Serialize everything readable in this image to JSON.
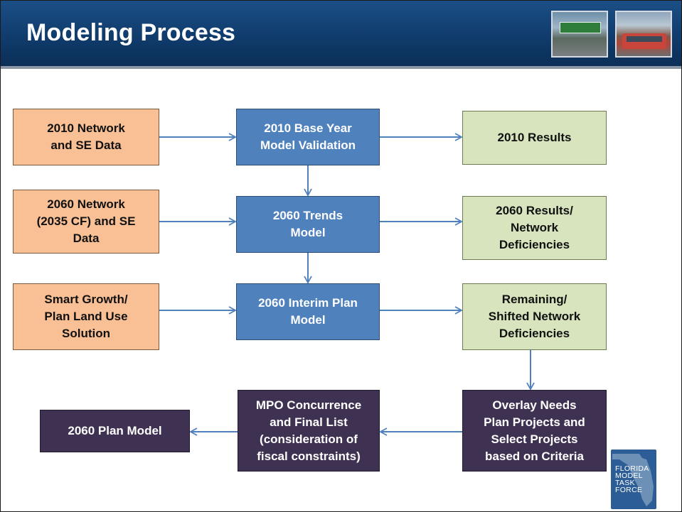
{
  "title": "Modeling Process",
  "header_images": [
    "highway-photo",
    "bus-photo"
  ],
  "colors": {
    "header": "#0f3a6a",
    "input_box": "#fac095",
    "model_box": "#4f81bd",
    "result_box": "#d7e4bd",
    "process_box": "#3f3151",
    "arrow": "#4f81bd"
  },
  "nodes": {
    "net2010": "2010 Network\nand SE Data",
    "net2060": "2060 Network\n(2035 CF) and SE\nData",
    "smart": "Smart Growth/\nPlan Land Use\nSolution",
    "base": "2010 Base Year\nModel Validation",
    "trends": "2060 Trends\nModel",
    "interim": "2060 Interim Plan\nModel",
    "res2010": "2010 Results",
    "res2060": "2060 Results/\nNetwork\nDeficiencies",
    "remaining": "Remaining/\nShifted Network\nDeficiencies",
    "overlay": "Overlay Needs\nPlan Projects and\nSelect Projects\nbased on Criteria",
    "mpo": "MPO Concurrence\nand Final List\n(consideration of\nfiscal constraints)",
    "plan": "2060 Plan Model"
  },
  "edges": [
    [
      "net2010",
      "base"
    ],
    [
      "base",
      "res2010"
    ],
    [
      "base",
      "trends"
    ],
    [
      "net2060",
      "trends"
    ],
    [
      "trends",
      "res2060"
    ],
    [
      "trends",
      "interim"
    ],
    [
      "smart",
      "interim"
    ],
    [
      "interim",
      "remaining"
    ],
    [
      "remaining",
      "overlay"
    ],
    [
      "overlay",
      "mpo"
    ],
    [
      "mpo",
      "plan"
    ]
  ],
  "logo_text": "FLORIDA\nMODEL\nTASK\nFORCE"
}
